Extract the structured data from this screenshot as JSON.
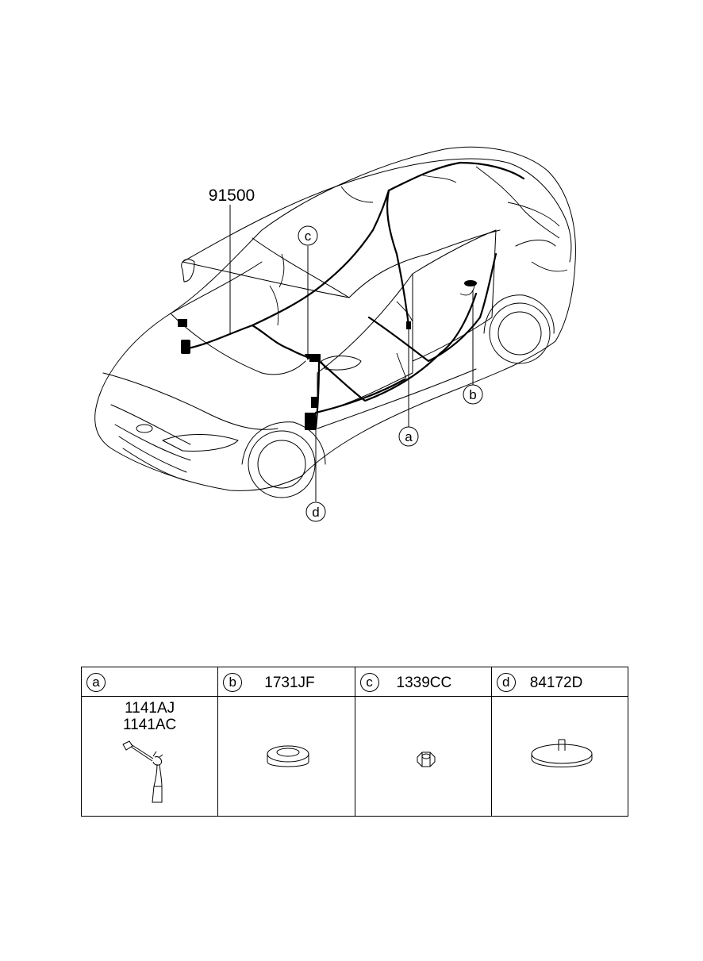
{
  "diagram": {
    "main_part_no": "91500",
    "callouts": [
      "a",
      "b",
      "c",
      "d"
    ]
  },
  "parts_table": {
    "columns": [
      {
        "letter": "a",
        "part_nos": [
          "1141AJ",
          "1141AC"
        ]
      },
      {
        "letter": "b",
        "part_no": "1731JF"
      },
      {
        "letter": "c",
        "part_no": "1339CC"
      },
      {
        "letter": "d",
        "part_no": "84172D"
      }
    ]
  }
}
